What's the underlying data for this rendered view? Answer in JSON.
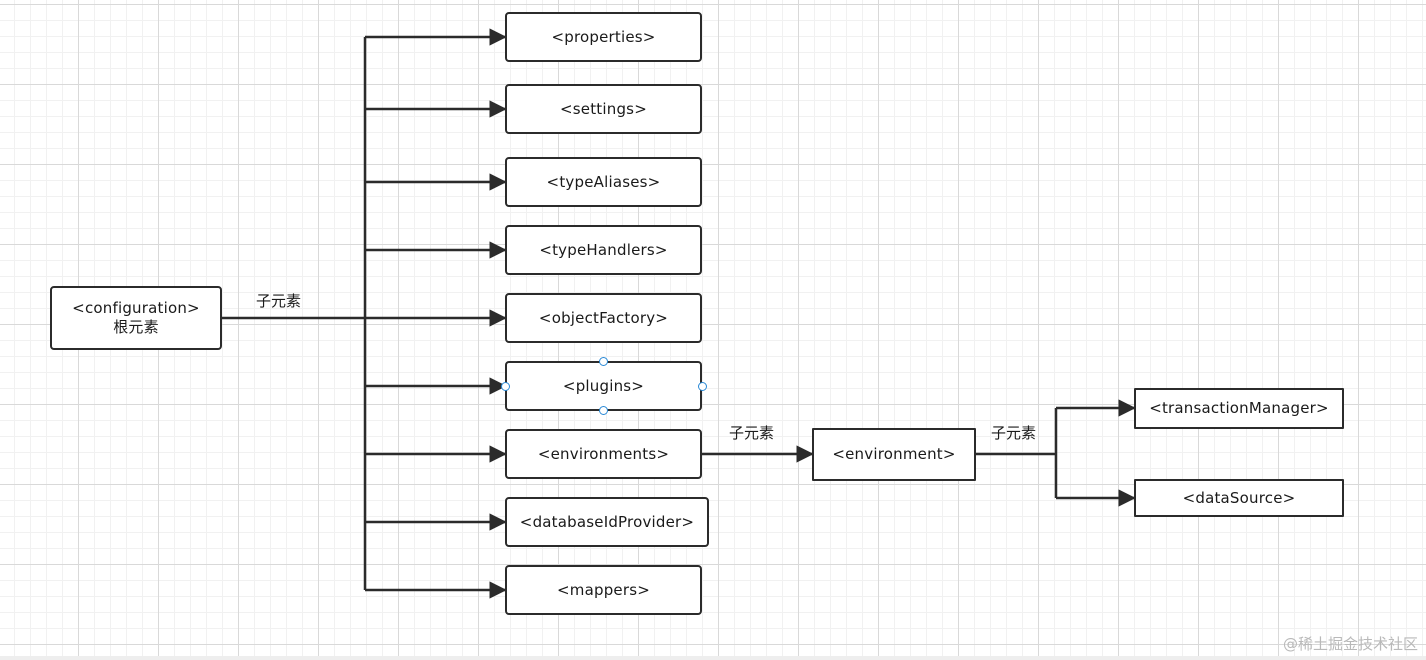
{
  "diagram": {
    "root": {
      "line1": "<configuration>",
      "line2": "根元素"
    },
    "children": [
      "<properties>",
      "<settings>",
      "<typeAliases>",
      "<typeHandlers>",
      "<objectFactory>",
      "<plugins>",
      "<environments>",
      "<databaseIdProvider>",
      "<mappers>"
    ],
    "environment": "<environment>",
    "env_children": [
      "<transactionManager>",
      "<dataSource>"
    ],
    "edge_labels": {
      "root_to_children": "子元素",
      "environments_to_environment": "子元素",
      "environment_to_children": "子元素"
    },
    "selected_node": "<plugins>"
  },
  "watermark": "@稀土掘金技术社区",
  "colors": {
    "line": "#2b2b2b",
    "selection_handle": "#2a8ad6",
    "grid_major": "#d9d9d9",
    "grid_minor": "#f1f1f1"
  }
}
